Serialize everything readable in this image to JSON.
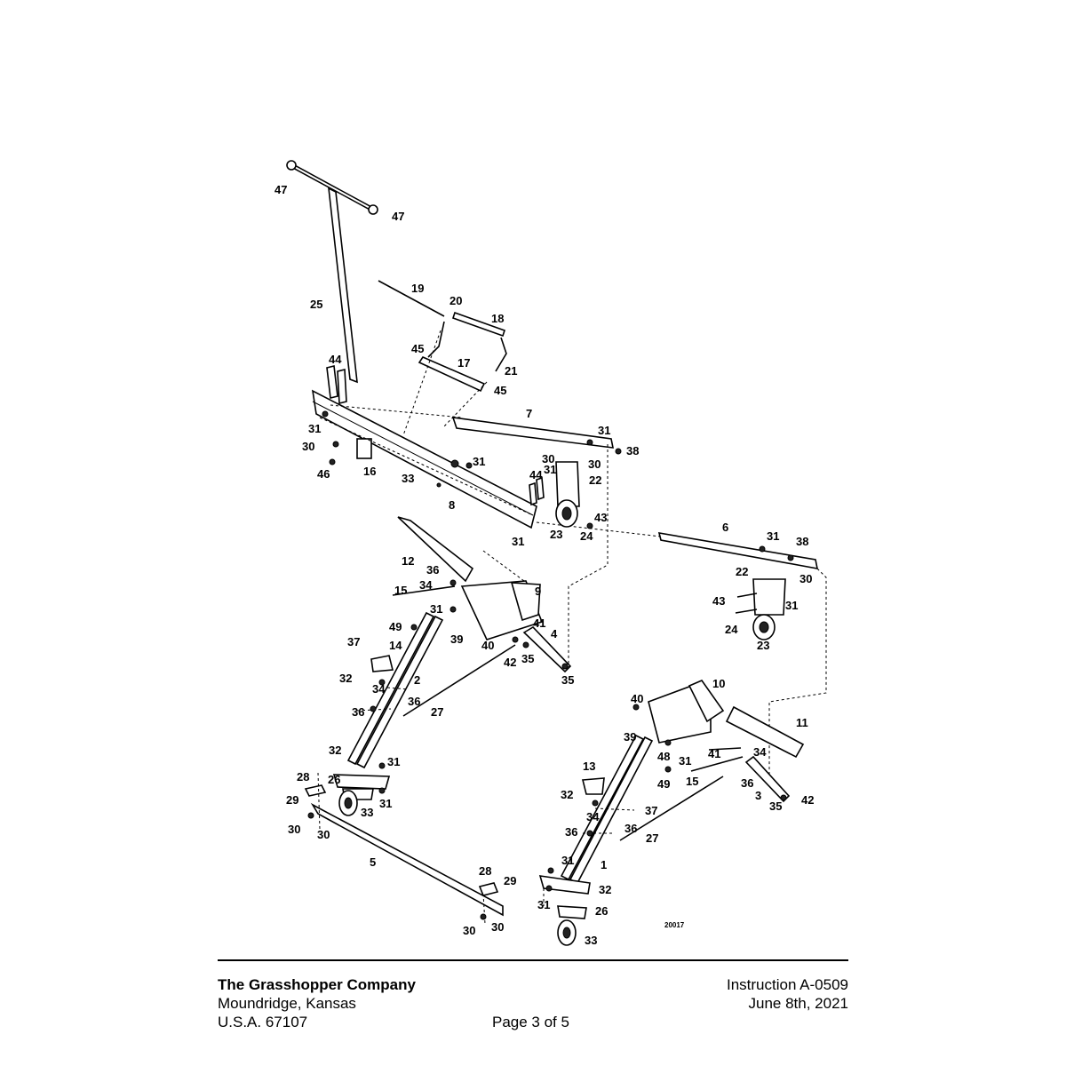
{
  "diagram": {
    "drawing_code": "20017",
    "callouts": {
      "c47a": "47",
      "c47b": "47",
      "c25": "25",
      "c19": "19",
      "c20": "20",
      "c18": "18",
      "c45a": "45",
      "c17": "17",
      "c21": "21",
      "c45b": "45",
      "c44a": "44",
      "c7": "7",
      "c31a": "31",
      "c30a": "30",
      "c16": "16",
      "c46": "46",
      "c33a": "33",
      "c31b": "31",
      "c31c": "31",
      "c30b": "30",
      "c30c": "30",
      "c38a": "38",
      "c31d": "31",
      "c22a": "22",
      "c44b": "44",
      "c8": "8",
      "c43a": "43",
      "c23a": "23",
      "c24a": "24",
      "c31e": "31",
      "c6": "6",
      "c31f": "31",
      "c38b": "38",
      "c22b": "22",
      "c30d": "30",
      "c43b": "43",
      "c31g": "31",
      "c24b": "24",
      "c23b": "23",
      "c12": "12",
      "c36a": "36",
      "c34a": "34",
      "c15a": "15",
      "c9": "9",
      "c31h": "31",
      "c41a": "41",
      "c49a": "49",
      "c39a": "39",
      "c40a": "40",
      "c4": "4",
      "c42a": "42",
      "c35a": "35",
      "c37a": "37",
      "c14": "14",
      "c32a": "32",
      "c34b": "34",
      "c2": "2",
      "c36b": "36",
      "c35b": "35",
      "c36c": "36",
      "c27a": "27",
      "c10": "10",
      "c40b": "40",
      "c11": "11",
      "c39b": "39",
      "c48": "48",
      "c31i": "31",
      "c41b": "41",
      "c34c": "34",
      "c15b": "15",
      "c36d": "36",
      "c49b": "49",
      "c3": "3",
      "c35c": "35",
      "c42b": "42",
      "c32b": "32",
      "c31j": "31",
      "c28a": "28",
      "c26a": "26",
      "c29a": "29",
      "c31k": "31",
      "c33b": "33",
      "c30e": "30",
      "c30f": "30",
      "c13": "13",
      "c32c": "32",
      "c34d": "34",
      "c37b": "37",
      "c36e": "36",
      "c36f": "36",
      "c27b": "27",
      "c31l": "31",
      "c1": "1",
      "c5": "5",
      "c28b": "28",
      "c29b": "29",
      "c32d": "32",
      "c31m": "31",
      "c26b": "26",
      "c30g": "30",
      "c30h": "30",
      "c33c": "33"
    }
  },
  "footer": {
    "company": "The Grasshopper Company",
    "city": "Moundridge, Kansas",
    "country_zip": "U.S.A. 67107",
    "page": "Page 3 of 5",
    "instruction": "Instruction A-0509",
    "date": "June 8th, 2021"
  }
}
